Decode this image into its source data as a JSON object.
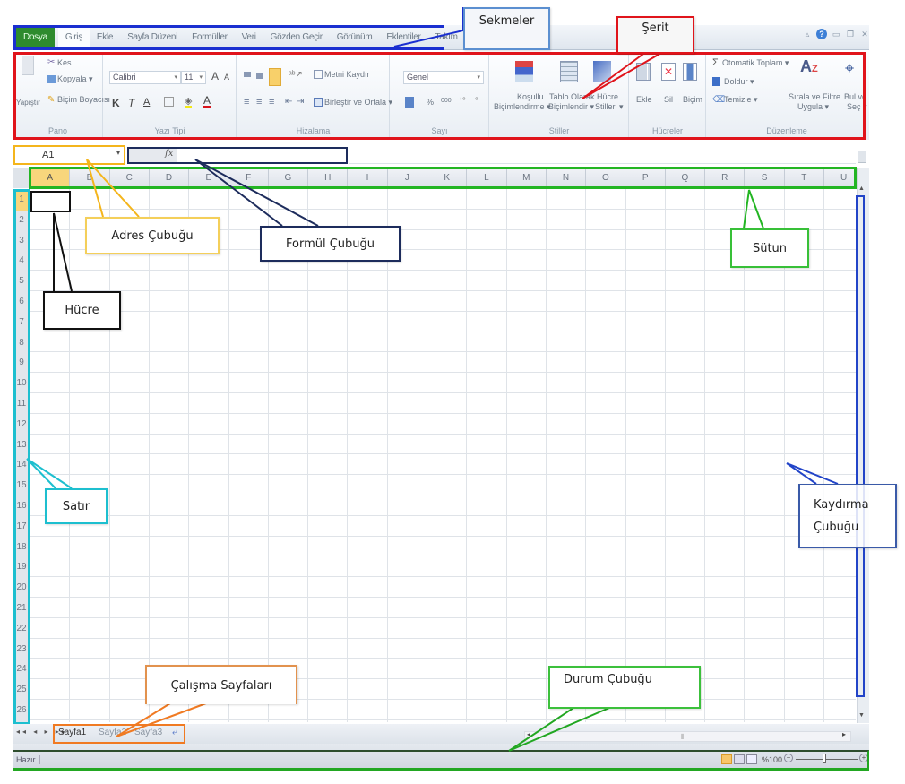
{
  "tabs": {
    "items": [
      "Dosya",
      "Giriş",
      "Ekle",
      "Sayfa Düzeni",
      "Formüller",
      "Veri",
      "Gözden Geçir",
      "Görünüm",
      "Eklentiler",
      "Takım"
    ]
  },
  "window_controls": {
    "minimize_ribbon": "▵",
    "help": "?",
    "minimize": "▭",
    "restore": "❐",
    "close": "✕"
  },
  "ribbon": {
    "clipboard": {
      "paste": "Yapıştır",
      "cut": "Kes",
      "copy": "Kopyala ▾",
      "format_painter": "Biçim Boyacısı",
      "group_label": "Pano"
    },
    "font": {
      "font_name": "Calibri",
      "font_size": "11",
      "grow": "A",
      "shrink": "A",
      "bold": "K",
      "italic": "T",
      "underline": "A",
      "group_label": "Yazı Tipi"
    },
    "alignment": {
      "wrap_text": "Metni Kaydır",
      "merge_center": "Birleştir ve Ortala ▾",
      "group_label": "Hizalama"
    },
    "number": {
      "format": "Genel",
      "percent": "%",
      "comma": "000",
      "group_label": "Sayı"
    },
    "styles": {
      "conditional": [
        "Koşullu",
        "Biçimlendirme ▾"
      ],
      "as_table": [
        "Tablo Olarak",
        "Biçimlendir ▾"
      ],
      "cell_styles": [
        "Hücre",
        "Stilleri ▾"
      ],
      "group_label": "Stiller"
    },
    "cells": {
      "insert": "Ekle",
      "delete": "Sil",
      "format": "Biçim",
      "group_label": "Hücreler"
    },
    "editing": {
      "autosum": "Otomatik Toplam ▾",
      "fill": "Doldur ▾",
      "clear": "Temizle ▾",
      "sort_filter": [
        "Sırala ve Filtre",
        "Uygula ▾"
      ],
      "find_select": [
        "Bul ve",
        "Seç ▾"
      ],
      "group_label": "Düzenleme"
    }
  },
  "formula_bar": {
    "name_box": "A1",
    "fx": "fx",
    "formula": ""
  },
  "columns": [
    "A",
    "B",
    "C",
    "D",
    "E",
    "F",
    "G",
    "H",
    "I",
    "J",
    "K",
    "L",
    "M",
    "N",
    "O",
    "P",
    "Q",
    "R",
    "S",
    "T",
    "U"
  ],
  "rows": [
    "1",
    "2",
    "3",
    "4",
    "5",
    "6",
    "7",
    "8",
    "9",
    "10",
    "11",
    "12",
    "13",
    "14",
    "15",
    "16",
    "17",
    "18",
    "19",
    "20",
    "21",
    "22",
    "23",
    "24",
    "25",
    "26"
  ],
  "active_cell": "A1",
  "sheets": {
    "nav": "◂◂ ◂ ▸ ▸▸",
    "items": [
      "Sayfa1",
      "Sayfa2",
      "Sayfa3"
    ],
    "new_sheet": "⤶"
  },
  "status": {
    "ready": "Hazır",
    "zoom": "%100",
    "zoom_minus": "−",
    "zoom_plus": "+",
    "zoom_percent": 100
  },
  "callouts": {
    "sekmeler": "Sekmeler",
    "serit": "Şerit",
    "adres": "Adres Çubuğu",
    "formul": "Formül Çubuğu",
    "hucre": "Hücre",
    "sutun": "Sütun",
    "satir": "Satır",
    "kaydirma": [
      "Kaydırma",
      "Çubuğu"
    ],
    "calisma": "Çalışma Sayfaları",
    "durum": "Durum Çubuğu"
  },
  "annotation_colors": {
    "sekmeler": "#1a2fd0",
    "serit": "#e0141b",
    "adres": "#f4b51c",
    "formul": "#1d2c5c",
    "hucre": "#111111",
    "sutun": "#23b523",
    "satir": "#1dbfcf",
    "kaydirma": "#2244c8",
    "calisma": "#f07a22",
    "durum": "#22a722"
  }
}
